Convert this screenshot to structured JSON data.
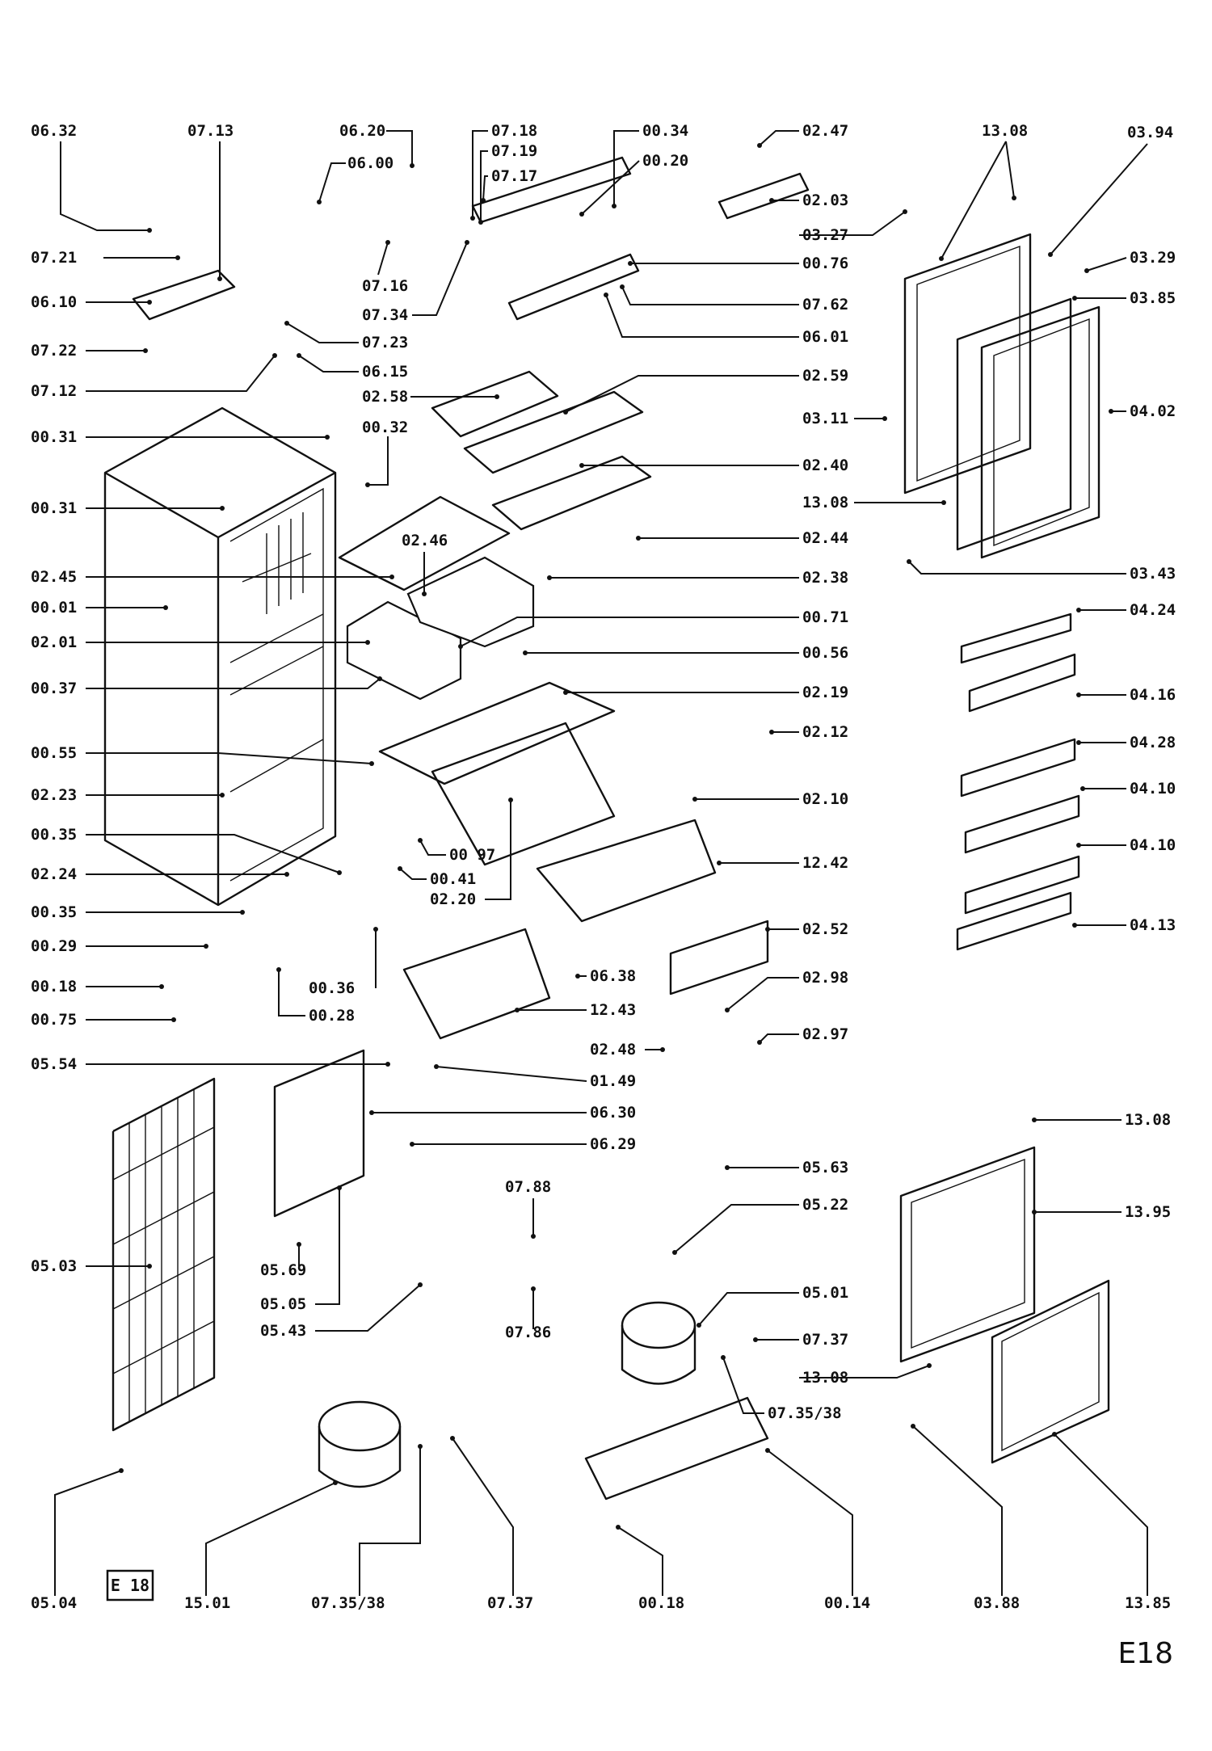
{
  "diagram": {
    "sheet_code": "E18",
    "box_code": "E 18",
    "callouts": [
      "06.32",
      "07.13",
      "06.20",
      "07.18",
      "07.19",
      "07.17",
      "06.00",
      "00.34",
      "00.20",
      "02.47",
      "13.08",
      "03.94",
      "02.03",
      "03.27",
      "07.21",
      "07.16",
      "00.76",
      "03.29",
      "06.10",
      "07.34",
      "07.62",
      "03.85",
      "07.22",
      "07.23",
      "06.01",
      "07.12",
      "06.15",
      "02.59",
      "02.58",
      "00.31",
      "00.32",
      "03.11",
      "04.02",
      "02.40",
      "13.08",
      "00.31",
      "02.46",
      "02.44",
      "03.43",
      "02.45",
      "02.38",
      "00.01",
      "00.71",
      "04.24",
      "02.01",
      "00.56",
      "00.37",
      "02.19",
      "04.16",
      "02.12",
      "00.55",
      "04.28",
      "02.10",
      "04.10",
      "02.23",
      "00.35",
      "00 97",
      "04.10",
      "12.42",
      "02.24",
      "00.41",
      "02.20",
      "00.35",
      "02.52",
      "04.13",
      "00.29",
      "00.36",
      "06.38",
      "02.98",
      "00.18",
      "00.28",
      "12.43",
      "00.75",
      "02.48",
      "02.97",
      "05.54",
      "01.49",
      "06.30",
      "13.08",
      "06.29",
      "07.88",
      "05.63",
      "05.22",
      "13.95",
      "05.03",
      "05.69",
      "07.86",
      "05.01",
      "05.05",
      "07.37",
      "05.43",
      "13.08",
      "07.35/38",
      "05.04",
      "15.01",
      "07.35/38",
      "07.37",
      "00.18",
      "00.14",
      "03.88",
      "13.85"
    ]
  }
}
